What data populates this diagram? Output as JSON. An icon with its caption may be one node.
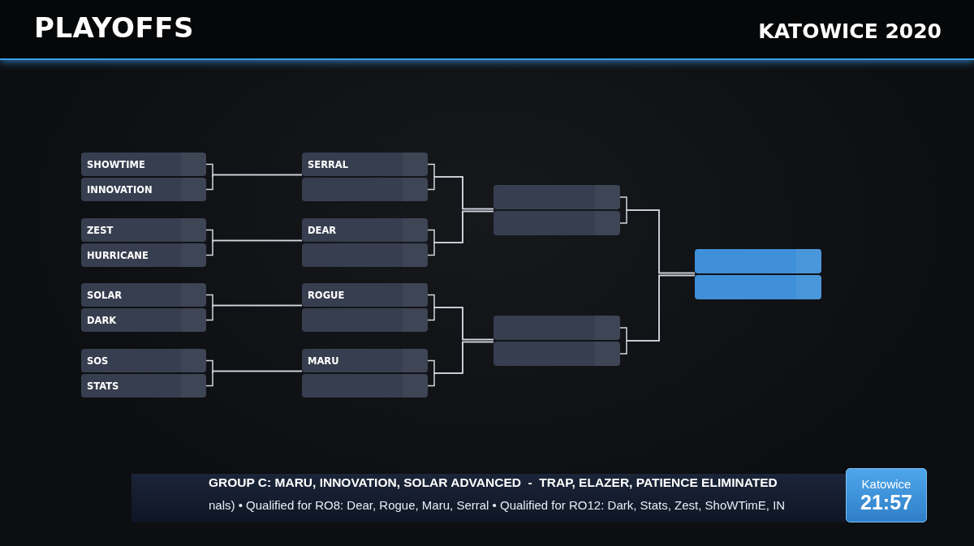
{
  "diagram": {
    "title": "PLAYOFFS",
    "nodes": [
      {
        "text": [
          "SHOWTIME"
        ]
      },
      {
        "text": [
          "INNOVATION"
        ]
      },
      {
        "text": [
          "ZEST"
        ]
      },
      {
        "text": [
          "HURRICANE"
        ]
      },
      {
        "text": [
          "SOLAR"
        ]
      },
      {
        "text": [
          "DARK"
        ]
      },
      {
        "text": [
          "SOS"
        ]
      },
      {
        "text": [
          "STATS"
        ]
      },
      {
        "text": [
          "SERRAL"
        ]
      },
      {
        "text": [],
        "shape": "box"
      },
      {
        "text": [
          "DEAR"
        ]
      },
      {
        "text": [],
        "shape": "box"
      },
      {
        "text": [
          "ROGUE"
        ]
      },
      {
        "text": [],
        "shape": "box"
      },
      {
        "text": [
          "MARU"
        ]
      },
      {
        "text": [],
        "shape": "box"
      },
      {
        "text": [],
        "shape": "box"
      },
      {
        "text": [],
        "shape": "box"
      },
      {
        "text": [],
        "shape": "box"
      },
      {
        "text": [],
        "shape": "box"
      },
      {
        "text": [],
        "shape": "box"
      },
      {
        "text": [],
        "shape": "box"
      }
    ],
    "edges": [
      {
        "from": 0,
        "to": 8,
        "arrow": "none"
      },
      {
        "from": 1,
        "to": 8,
        "arrow": "none"
      },
      {
        "from": 2,
        "to": 10,
        "arrow": "none"
      },
      {
        "from": 3,
        "to": 10,
        "arrow": "none"
      },
      {
        "from": 4,
        "to": 12,
        "arrow": "none"
      },
      {
        "from": 5,
        "to": 12,
        "arrow": "none"
      },
      {
        "from": 6,
        "to": 14,
        "arrow": "none"
      },
      {
        "from": 7,
        "to": 14,
        "arrow": "none"
      },
      {
        "from": 8,
        "to": 16,
        "arrow": "none"
      },
      {
        "from": 9,
        "to": 16,
        "arrow": "none"
      },
      {
        "from": 10,
        "to": 17,
        "arrow": "none"
      },
      {
        "from": 11,
        "to": 17,
        "arrow": "none"
      },
      {
        "from": 12,
        "to": 18,
        "arrow": "none"
      },
      {
        "from": 13,
        "to": 18,
        "arrow": "none"
      },
      {
        "from": 14,
        "to": 19,
        "arrow": "none"
      },
      {
        "from": 15,
        "to": 19,
        "arrow": "none"
      },
      {
        "from": 16,
        "to": 20,
        "arrow": "none"
      },
      {
        "from": 17,
        "to": 20,
        "arrow": "none"
      },
      {
        "from": 18,
        "to": 21,
        "arrow": "none"
      },
      {
        "from": 19,
        "to": 21,
        "arrow": "none"
      }
    ],
    "labels": [
      "KATOWICE 2020",
      "GROUP C: MARU, INNOVATION, SOLAR ADVANCED  -  TRAP, ELAZER, PATIENCE ELIMINATED",
      "nals) • Qualified for RO8: Dear, Rogue, Maru, Serral • Qualified for RO12: Dark, Stats, Zest, ShoWTimE, IN",
      "Katowice",
      "21:57"
    ]
  }
}
